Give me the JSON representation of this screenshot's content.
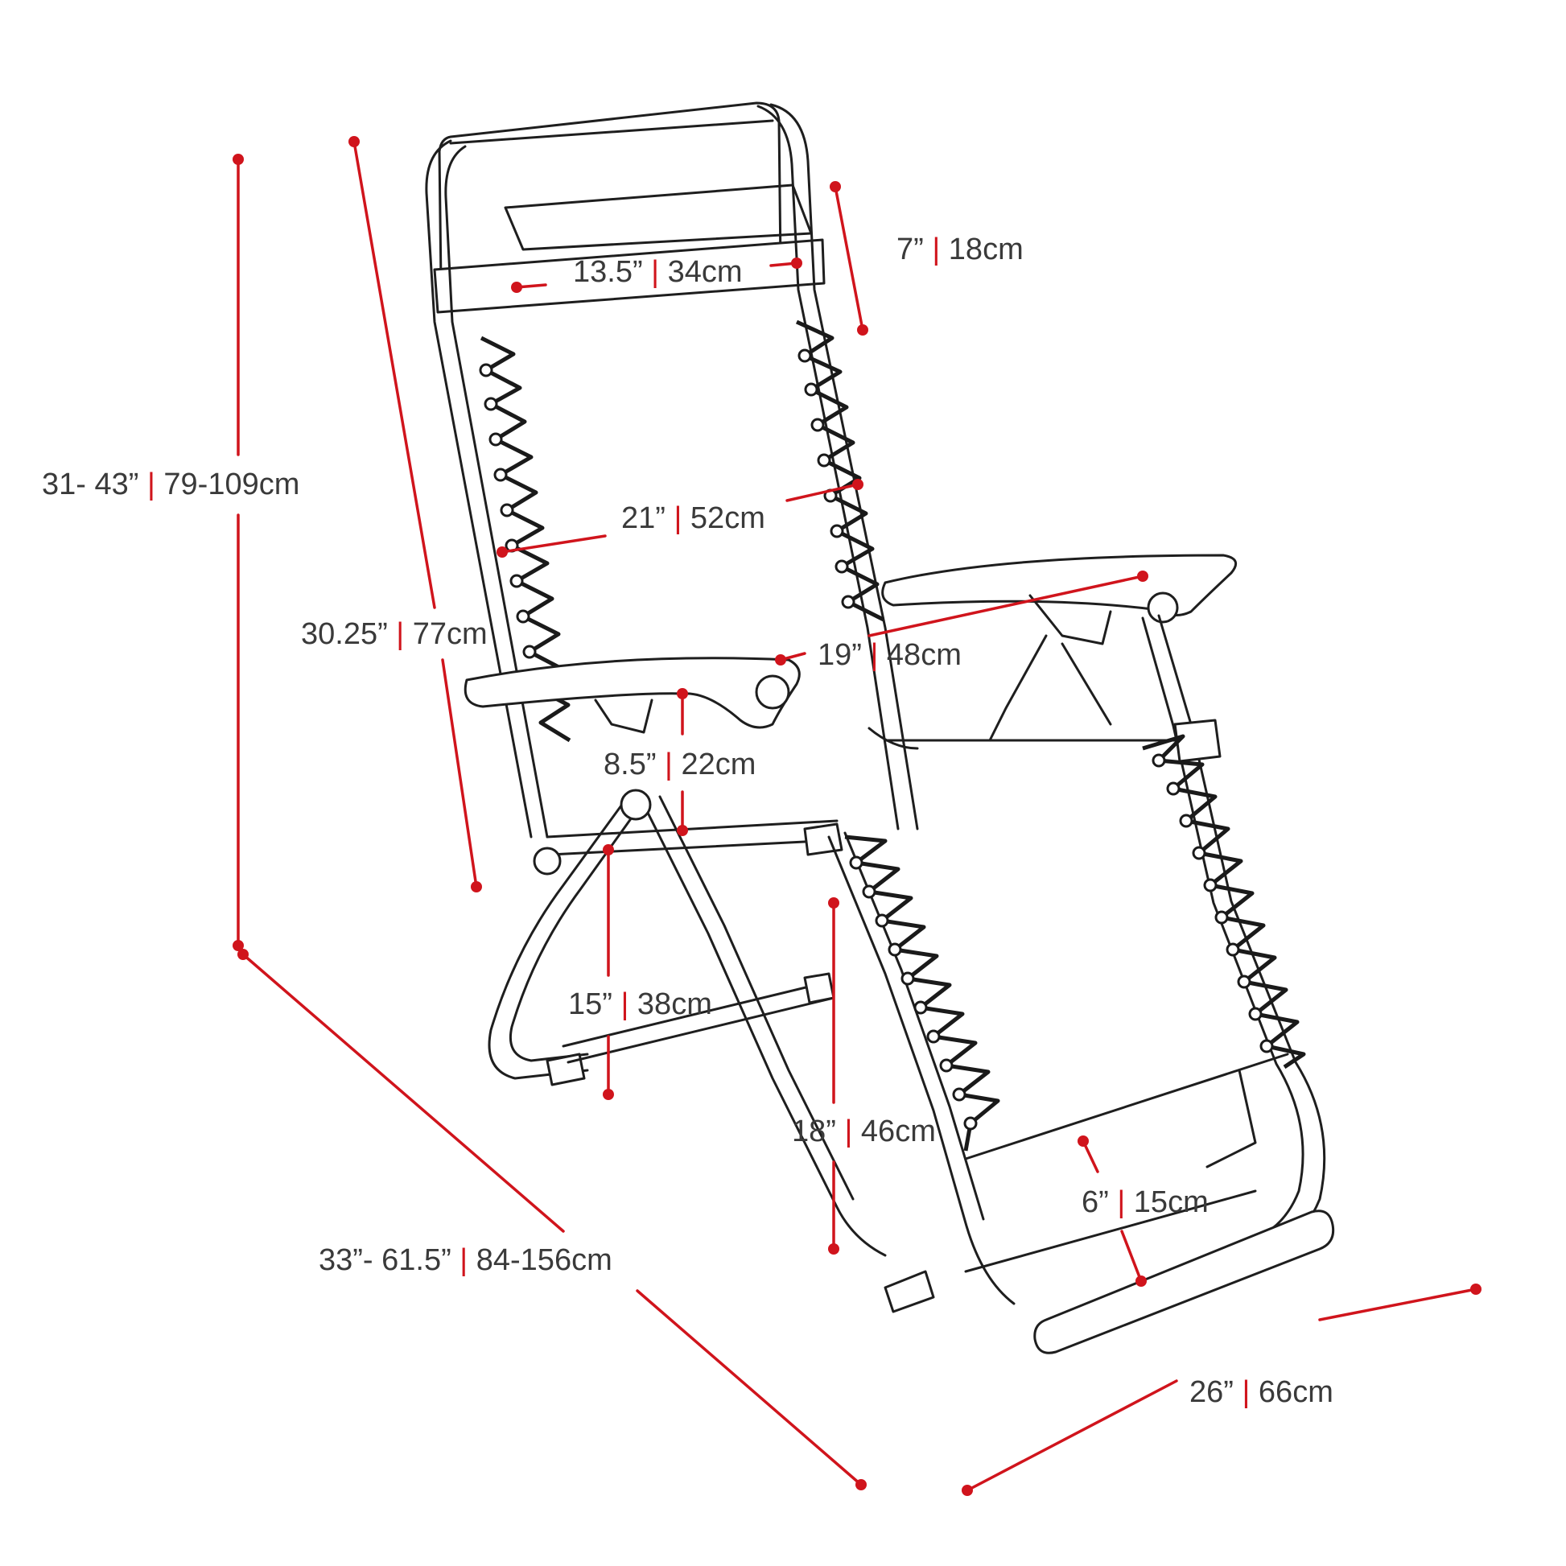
{
  "colors": {
    "measure": "#d0141c",
    "outline": "#1e1e1e",
    "text": "#3a3a3a"
  },
  "dimensions": {
    "total_height": {
      "imperial": "31- 43”",
      "metric": "79-109cm"
    },
    "back_length": {
      "imperial": "30.25”",
      "metric": "77cm"
    },
    "headrest_width": {
      "imperial": "13.5”",
      "metric": "34cm"
    },
    "headrest_height": {
      "imperial": "7”",
      "metric": "18cm"
    },
    "back_width": {
      "imperial": "21”",
      "metric": "52cm"
    },
    "arm_to_arm": {
      "imperial": "19”",
      "metric": "48cm"
    },
    "armrest_to_seat": {
      "imperial": "8.5”",
      "metric": "22cm"
    },
    "seat_height": {
      "imperial": "15”",
      "metric": "38cm"
    },
    "footrest_length": {
      "imperial": "18”",
      "metric": "46cm"
    },
    "foot_bar": {
      "imperial": "6”",
      "metric": "15cm"
    },
    "overall_depth": {
      "imperial": "33”- 61.5”",
      "metric": "84-156cm"
    },
    "overall_width": {
      "imperial": "26”",
      "metric": "66cm"
    }
  }
}
